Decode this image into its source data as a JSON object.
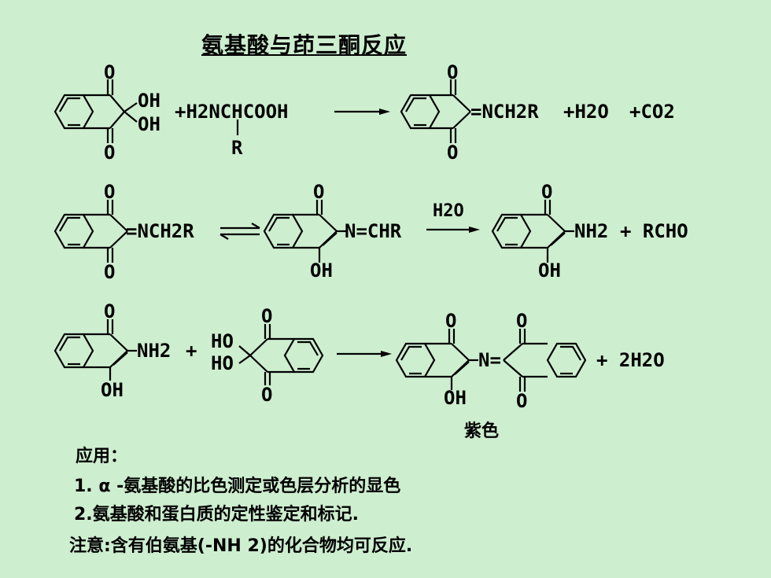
{
  "title": "氨基酸与茚三酮反应",
  "reaction1": {
    "o_top": "O",
    "oh1": "OH",
    "oh2": "OH",
    "o_bottom": "O",
    "reagent": "+H2NCHCOOH",
    "reagent_r": "R",
    "p_o_top": "O",
    "p_o_bottom": "O",
    "product": "=NCH2R",
    "water": "+H2O",
    "co2": "+CO2"
  },
  "reaction2": {
    "o1": "O",
    "o2": "O",
    "imine": "=NCH2R",
    "o3": "O",
    "oh3": "OH",
    "enamine": "N=CHR",
    "h2o": "H2O",
    "o4": "O",
    "oh4": "OH",
    "amine": "NH2",
    "aldehyde": "+ RCHO"
  },
  "reaction3": {
    "o1": "O",
    "oh1": "OH",
    "amine": "NH2",
    "plus": "+",
    "ho1": "HO",
    "ho2": "HO",
    "o2": "O",
    "o3": "O",
    "o4": "O",
    "o5": "O",
    "o6": "O",
    "oh2": "OH",
    "n_eq": "N=",
    "water": "+ 2H2O",
    "color_label": "紫色"
  },
  "notes": {
    "heading": "应用：",
    "item1": "1. α -氨基酸的比色测定或色层分析的显色",
    "item2": "2.氨基酸和蛋白质的定性鉴定和标记.",
    "caution": "注意:含有伯氨基(-NH 2)的化合物均可反应."
  },
  "colors": {
    "background": "#cdeecf",
    "ink": "#000000"
  }
}
